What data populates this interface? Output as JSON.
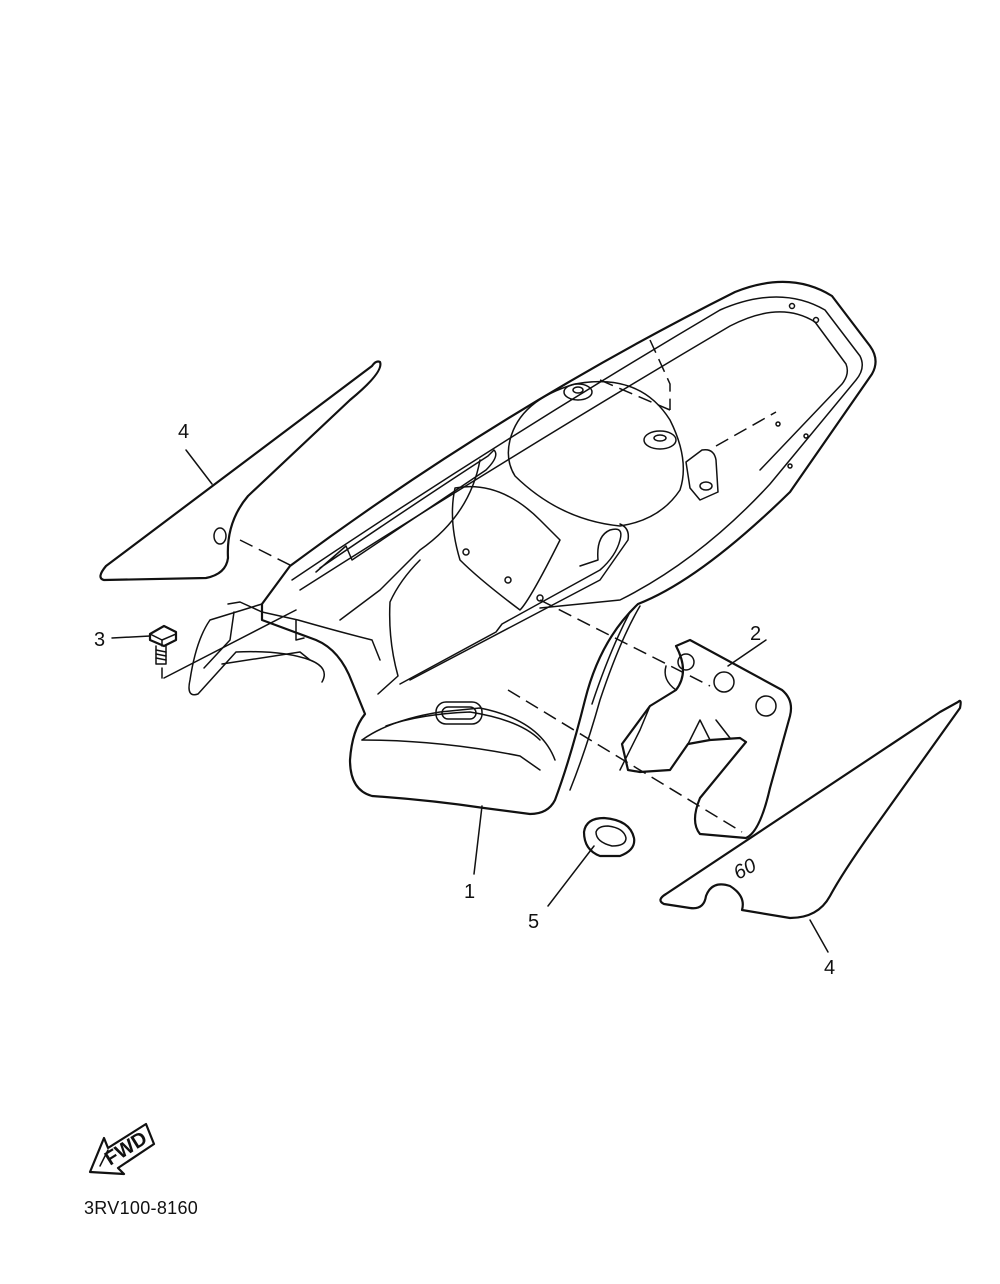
{
  "diagram": {
    "code": "3RV100-8160",
    "fwd_label": "FWD",
    "callouts": [
      {
        "id": "callout-1",
        "label": "1"
      },
      {
        "id": "callout-2",
        "label": "2"
      },
      {
        "id": "callout-3",
        "label": "3"
      },
      {
        "id": "callout-4-left",
        "label": "4"
      },
      {
        "id": "callout-4-right",
        "label": "4"
      },
      {
        "id": "callout-5",
        "label": "5"
      }
    ],
    "decal_text": "60"
  }
}
